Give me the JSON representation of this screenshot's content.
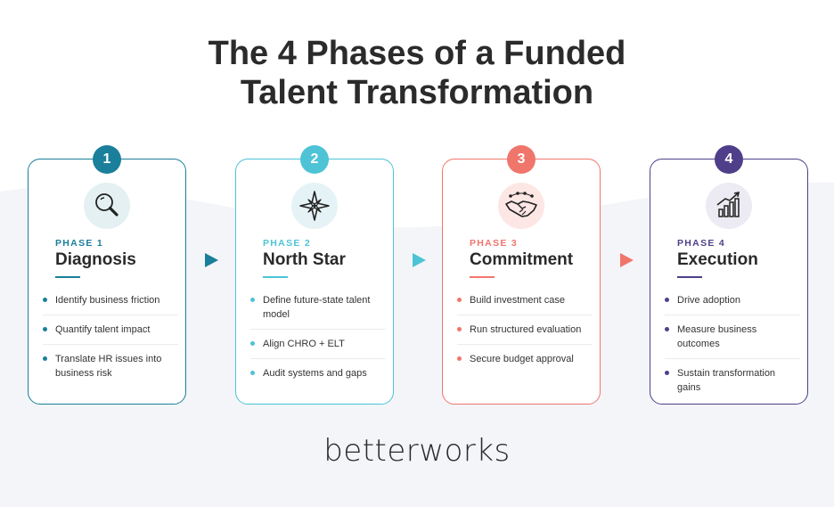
{
  "title": {
    "line1": "The 4 Phases of a Funded",
    "line2": "Talent Transformation"
  },
  "phases": [
    {
      "number": "1",
      "label": "PHASE 1",
      "name": "Diagnosis",
      "color": "#1a7f9a",
      "icon_bg": "#e4f0f2",
      "icon": "magnifier-icon",
      "bullets": [
        "Identify business friction",
        "Quantify talent impact",
        "Translate HR issues into business risk"
      ]
    },
    {
      "number": "2",
      "label": "PHASE 2",
      "name": "North Star",
      "color": "#4ec3d6",
      "icon_bg": "#e6f3f6",
      "icon": "compass-star-icon",
      "bullets": [
        "Define future-state talent model",
        "Align CHRO + ELT",
        "Audit systems and gaps"
      ]
    },
    {
      "number": "3",
      "label": "PHASE 3",
      "name": "Commitment",
      "color": "#f0766b",
      "icon_bg": "#fde7e4",
      "icon": "handshake-icon",
      "bullets": [
        "Build investment case",
        "Run structured evaluation",
        "Secure budget approval"
      ]
    },
    {
      "number": "4",
      "label": "PHASE 4",
      "name": "Execution",
      "color": "#4f3f8a",
      "icon_bg": "#ecebf3",
      "icon": "growth-chart-icon",
      "bullets": [
        "Drive adoption",
        "Measure business outcomes",
        "Sustain transformation gains"
      ]
    }
  ],
  "logo": "betterworks"
}
